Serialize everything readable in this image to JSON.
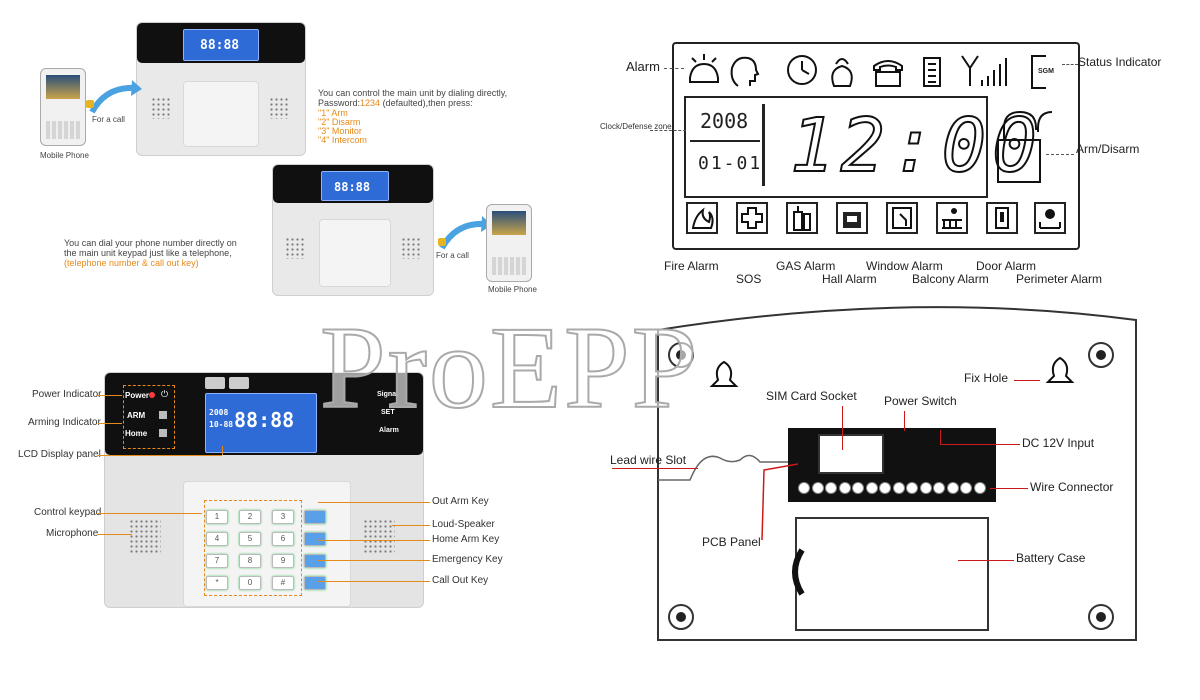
{
  "topleft": {
    "mobile_phone": "Mobile Phone",
    "for_a_call": "For a call",
    "instr1": "You can control the main unit by dialing directly,",
    "instr2_pre": "Password:",
    "instr2_pwd": "1234",
    "instr2_post": " (defaulted),then press:",
    "opt1": "\"1\" Arm",
    "opt2": "\"2\" Disarm",
    "opt3": "\"3\" Monitor",
    "opt4": "\"4\" Intercom",
    "dial1": "You can dial your phone number directly on",
    "dial2": "the main unit keypad just like a telephone,",
    "dial3": "(telephone number & call out key)",
    "for_a_call2": "For a call",
    "mobile_phone2": "Mobile Phone",
    "lcd_time": "88:88"
  },
  "lcdpanel": {
    "alarm": "Alarm",
    "status_indicator": "Status Indicator",
    "clock_zone": "Clock/Defense zone",
    "year": "2008",
    "date": "01-01",
    "time": "12:00",
    "arm_disarm": "Arm/Disarm",
    "sgm": "SGM",
    "fire_alarm": "Fire Alarm",
    "sos": "SOS",
    "gas_alarm": "GAS Alarm",
    "hall_alarm": "Hall Alarm",
    "window_alarm": "Window Alarm",
    "balcony_alarm": "Balcony Alarm",
    "door_alarm": "Door Alarm",
    "perimeter_alarm": "Perimeter Alarm"
  },
  "device": {
    "power_indicator": "Power Indicator",
    "arming_indicator": "Arming Indicator",
    "lcd_display_panel": "LCD Display panel",
    "control_keypad": "Control keypad",
    "microphone": "Microphone",
    "out_arm_key": "Out Arm Key",
    "loud_speaker": "Loud-Speaker",
    "home_arm_key": "Home Arm Key",
    "emergency_key": "Emergency Key",
    "call_out_key": "Call Out Key",
    "power": "Power",
    "arm": "ARM",
    "home": "Home",
    "signal": "Signal",
    "set": "SET",
    "alarm": "Alarm",
    "lcd_time": "88:88",
    "lcd_year": "2008",
    "lcd_date": "10-88",
    "keys": [
      "1",
      "2",
      "3",
      "4",
      "5",
      "6",
      "7",
      "8",
      "9",
      "*",
      "0",
      "#"
    ]
  },
  "backpanel": {
    "fix_hole": "Fix Hole",
    "sim_card_socket": "SIM Card Socket",
    "power_switch": "Power Switch",
    "dc_input": "DC 12V Input",
    "lead_wire_slot": "Lead wire Slot",
    "wire_connector": "Wire Connector",
    "pcb_panel": "PCB Panel",
    "battery_case": "Battery Case"
  },
  "watermark": "ProEPP"
}
